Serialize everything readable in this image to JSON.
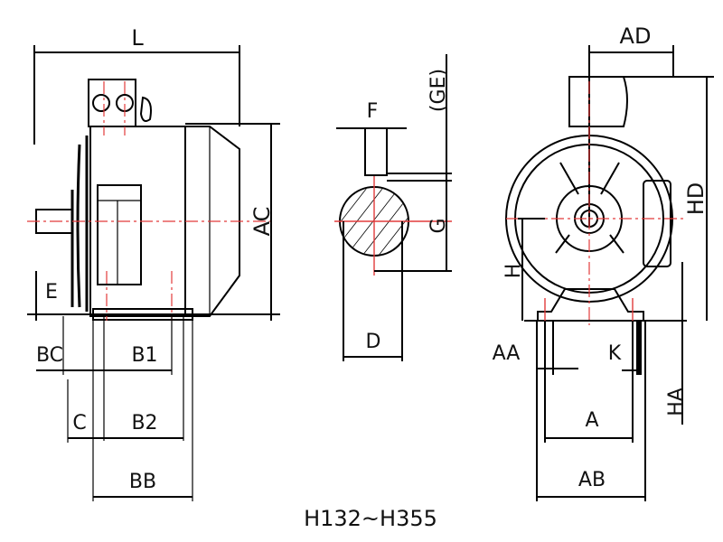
{
  "labels": {
    "L": "L",
    "AC": "AC",
    "E": "E",
    "BC": "BC",
    "B1": "B1",
    "C": "C",
    "B2": "B2",
    "BB": "BB",
    "F": "F",
    "GE": "(GE)",
    "G": "G",
    "D": "D",
    "AD": "AD",
    "HD": "HD",
    "H": "H",
    "AA": "AA",
    "K": "K",
    "HA": "HA",
    "A": "A",
    "AB": "AB"
  },
  "caption": "H132~H355",
  "colors": {
    "line": "#000000",
    "centerline": "#e23b3b",
    "background": "#ffffff"
  }
}
